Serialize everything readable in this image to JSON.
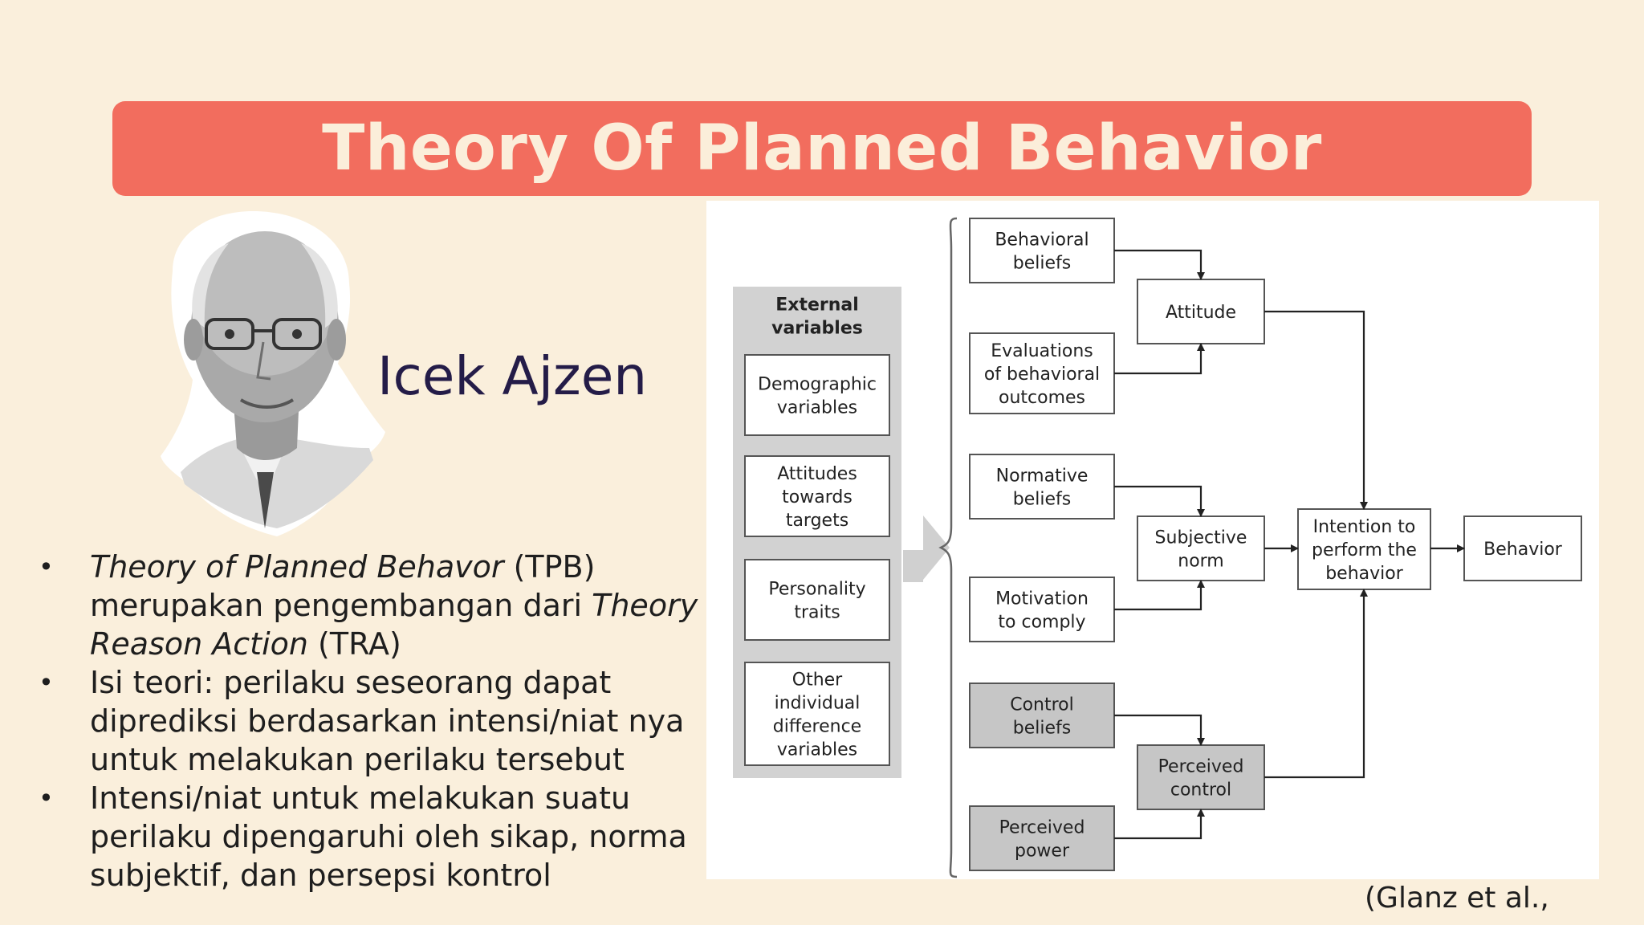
{
  "slide": {
    "title": "Theory Of Planned Behavior",
    "person_name": "Icek Ajzen",
    "citation": "(Glanz et al.,"
  },
  "bullets": [
    {
      "parts": [
        {
          "text": "Theory of Planned Behavor",
          "italic": true
        },
        {
          "text": " (TPB) merupakan pengembangan dari ",
          "italic": false
        },
        {
          "text": "Theory of Reason Action",
          "italic": true
        },
        {
          "text": " (TRA)",
          "italic": false
        }
      ]
    },
    {
      "parts": [
        {
          "text": "Isi teori: perilaku seseorang dapat diprediksi berdasarkan intensi/niat nya untuk melakukan perilaku tersebut",
          "italic": false
        }
      ]
    },
    {
      "parts": [
        {
          "text": "Intensi/niat untuk melakukan suatu perilaku dipengaruhi oleh sikap, norma subjektif, dan persepsi kontrol",
          "italic": false
        }
      ]
    }
  ],
  "diagram": {
    "external_title": [
      "External",
      "variables"
    ],
    "external_items": [
      [
        "Demographic",
        "variables"
      ],
      [
        "Attitudes",
        "towards",
        "targets"
      ],
      [
        "Personality",
        "traits"
      ],
      [
        "Other",
        "individual",
        "difference",
        "variables"
      ]
    ],
    "beliefs": [
      [
        "Behavioral",
        "beliefs"
      ],
      [
        "Evaluations",
        "of behavioral",
        "outcomes"
      ],
      [
        "Normative",
        "beliefs"
      ],
      [
        "Motivation",
        "to comply"
      ],
      [
        "Control",
        "beliefs"
      ],
      [
        "Perceived",
        "power"
      ]
    ],
    "constructs": [
      [
        "Attitude"
      ],
      [
        "Subjective",
        "norm"
      ],
      [
        "Perceived",
        "control"
      ]
    ],
    "intention": [
      "Intention to",
      "perform the",
      "behavior"
    ],
    "behavior": [
      "Behavior"
    ]
  },
  "colors": {
    "background": "#faefdc",
    "banner": "#f26d5e",
    "title_text": "#fbeeda",
    "name_text": "#241c48",
    "gray_box": "#c9c9c9",
    "panel": "#ffffff"
  }
}
